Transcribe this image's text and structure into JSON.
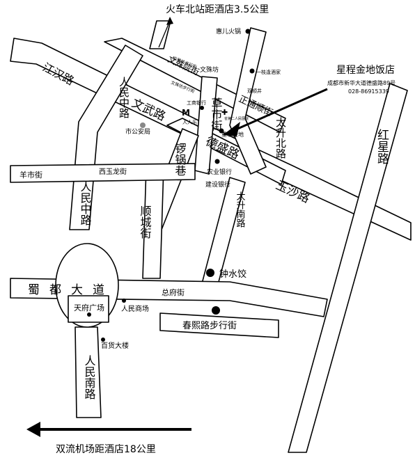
{
  "top_caption": "火车北站距酒店3.5公里",
  "bottom_caption": "双流机场距酒店18公里",
  "hotel": {
    "name": "星程金地饭店",
    "address": "成都市新华大道德盛路89号",
    "phone": "028-86915339",
    "marker_label": "星程金地"
  },
  "roads": {
    "jianghan": "江汉路",
    "wenshu_yuan": "文殊院街",
    "wenshu_fang": "文殊坊",
    "wenwu": "文武路",
    "renmin_zhong_upper": "人民中路",
    "renmin_zhong_lower": "人民中路",
    "renmin_nan": "人民南路",
    "caoshi": "草市街",
    "zhengtong_shun": "正通顺街",
    "taisheng_bei": "太升北路",
    "taisheng_nan": "太升南路",
    "desheng": "德盛路",
    "yusha": "玉沙路",
    "hongxing": "红星路",
    "luoguo": "锣锅巷",
    "shuncheng": "顺城街",
    "yangshi": "羊市街",
    "xiyulong": "西玉龙街",
    "shudu": "蜀都大道",
    "zongfu": "总府街",
    "chunxi": "春熙路步行街"
  },
  "pois": {
    "huier": "惠儿火锅",
    "yizhi": "一枝逢酒家",
    "shuangshun": "双顺井",
    "wenshu_street_label": "文殊坊步行街",
    "wenshu_street_label2": "文殊坊步行街",
    "icbc": "工商银行",
    "renren": "人人乐",
    "shigongan": "市公安局",
    "agri_bank": "农业银行",
    "cons_bank": "建设银行",
    "zhongshuijiao": "钟水饺",
    "tianfu": "天府广场",
    "renmin_mall": "人民商场",
    "baihuo": "百货大楼",
    "mcd_note": "M",
    "yiyuan": "省第二人民医院"
  },
  "colors": {
    "ink": "#000000",
    "paper": "#ffffff",
    "gray_marker": "#888888"
  }
}
